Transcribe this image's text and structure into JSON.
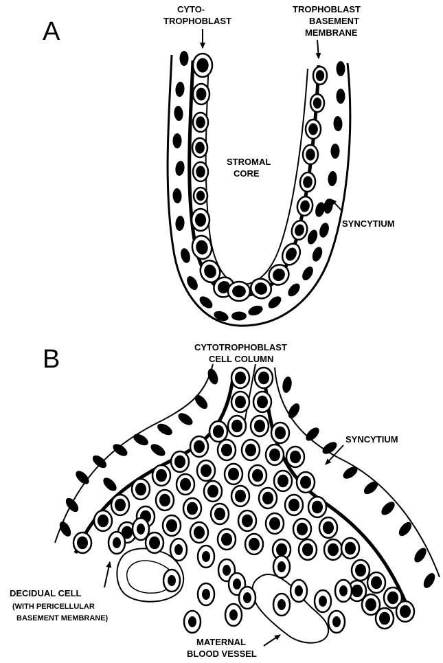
{
  "panel_a": {
    "letter": "A",
    "label_cyto_line1": "CYTO-",
    "label_cyto_line2": "TROPHOBLAST",
    "label_tbm_line1": "TROPHOBLAST",
    "label_tbm_line2": "BASEMENT",
    "label_tbm_line3": "MEMBRANE",
    "label_stroma_line1": "STROMAL",
    "label_stroma_line2": "CORE",
    "label_syncytium": "SYNCYTIUM"
  },
  "panel_b": {
    "letter": "B",
    "label_column_line1": "CYTOTROPHOBLAST",
    "label_column_line2": "CELL COLUMN",
    "label_syncytium": "SYNCYTIUM",
    "label_decidual_line1": "DECIDUAL CELL",
    "label_decidual_line2": "(WITH PERICELLULAR",
    "label_decidual_line3": "BASEMENT MEMBRANE)",
    "label_vessel_line1": "MATERNAL",
    "label_vessel_line2": "BLOOD VESSEL"
  },
  "colors": {
    "ink": "#000000",
    "paper": "#ffffff"
  }
}
